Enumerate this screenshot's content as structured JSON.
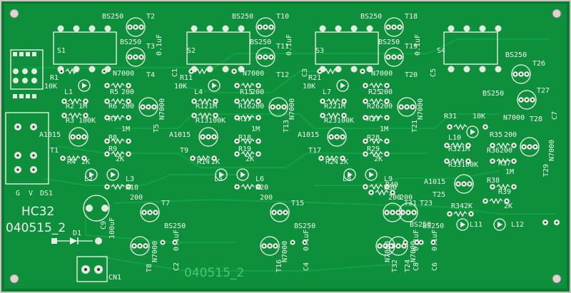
{
  "colors": {
    "board": "#0d8f3b",
    "board_edge": "#0a7a31",
    "silkscreen": "#f2f6ee",
    "pad": "#e6ebe0",
    "background": "#c9c7c0"
  },
  "board_labels": {
    "name": "HC32",
    "code": "040515_2",
    "code_bottom": "040515_2",
    "connector": "CN1",
    "diode": "D1",
    "cap_c9": "C9",
    "cap_c9_value": "100uF",
    "g_label": "G",
    "v_label": "V",
    "ds1_label": "DS1"
  },
  "stages": [
    {
      "switch": "S1",
      "bs_top": "BS250",
      "t_top": "T2",
      "bs_mid": "BS250",
      "t_mid": "T3",
      "cap": "C1",
      "cap_value": "0.1uF",
      "r_main": "R1",
      "r_main_value": "10K",
      "led": "L1",
      "n_top": "N7000",
      "t_n": "T4",
      "r_a": "R5",
      "r_a_value": "200",
      "r_b": "R2",
      "r_b_value": "1M",
      "r_c": "R6",
      "r_c_value": "200",
      "r_d": "R3",
      "r_d_value": "100K",
      "r_e": "R7",
      "r_e_value": "1M",
      "n_side": "N7000",
      "t_side": "T5",
      "a_part": "A1015",
      "t_a": "T1",
      "r_f": "R8",
      "r_g": "R9",
      "r_g_value": "2K",
      "r_h": "R4",
      "r_h_value": "2K",
      "led_2": "L2",
      "led_3": "L3",
      "r_i": "R10",
      "r_i_value": "200",
      "t_low": "T7",
      "bs_low": "BS250",
      "t_low_n": "T8",
      "n_low": "N7000",
      "cap_low": "C2",
      "cap_low_value": "0.1uF"
    },
    {
      "switch": "S2",
      "bs_top": "BS250",
      "t_top": "T10",
      "bs_mid": "BS250",
      "t_mid": "T11",
      "cap": "C3",
      "cap_value": "0.1uF",
      "r_main": "R11",
      "r_main_value": "10K",
      "led": "L4",
      "n_top": "N7000",
      "t_n": "T12",
      "r_a": "R15",
      "r_a_value": "200",
      "r_b": "R12",
      "r_b_value": "1M",
      "r_c": "R16",
      "r_c_value": "200",
      "r_d": "R13",
      "r_d_value": "100K",
      "r_e": "R17",
      "r_e_value": "1M",
      "n_side": "N7000",
      "t_side": "T13",
      "a_part": "A1015",
      "t_a": "T9",
      "r_f": "R18",
      "r_g": "R19",
      "r_g_value": "2K",
      "r_h": "R14",
      "r_h_value": "2K",
      "led_2": "L5",
      "led_3": "L6",
      "r_i": "R20",
      "r_i_value": "200",
      "t_low": "T15",
      "bs_low": "BS250",
      "t_low_n": "T16",
      "n_low": "N7000",
      "cap_low": "C4",
      "cap_low_value": "0.1uF"
    },
    {
      "switch": "S3",
      "bs_top": "BS250",
      "t_top": "T18",
      "bs_mid": "BS250",
      "t_mid": "T19",
      "cap": "C5",
      "cap_value": "0.1uF",
      "r_main": "R21",
      "r_main_value": "10K",
      "led": "L7",
      "n_top": "N7000",
      "t_n": "T20",
      "r_a": "R25",
      "r_a_value": "200",
      "r_b": "R22",
      "r_b_value": "1M",
      "r_c": "R26",
      "r_c_value": "200",
      "r_d": "R23",
      "r_d_value": "100K",
      "r_e": "R27",
      "r_e_value": "1M",
      "n_side": "N7000",
      "t_side": "T21",
      "a_part": "A1015",
      "t_a": "T17",
      "r_f": "R28",
      "r_g": "R29",
      "r_g_value": "2K",
      "r_h": "R24",
      "r_h_value": "2K",
      "led_2": "L8",
      "led_3": "L9",
      "r_i": "R30",
      "r_i_value": "200",
      "t_low": "T23",
      "bs_low": "BS250",
      "t_low_n": "T24",
      "n_low": "N7000",
      "cap_low": "C6",
      "cap_low_value": "0.1uF"
    }
  ],
  "stage4": {
    "switch": "S4",
    "bs_a": "BS250",
    "t_a": "T26",
    "bs_b": "BS250",
    "t_b": "T27",
    "cap": "C7",
    "r_main": "R31",
    "r_main_value": "10K",
    "led": "L10",
    "n_top": "N7000",
    "t_n": "T28",
    "r_a": "R35",
    "r_a_value": "200",
    "r_b": "R32",
    "r_b_value": "1M",
    "r_c": "R36",
    "r_c_value": "200",
    "r_d": "R33",
    "r_d_value": "100K",
    "r_e": "R37",
    "r_e_value": "1M",
    "n_side": "N7000",
    "t_side": "T29",
    "a_part": "A1015",
    "t_25": "T25",
    "r_f": "R38",
    "r_g": "R39",
    "r_g_value": "2K",
    "r_h": "R34",
    "r_h_value": "2K",
    "led_2": "L11",
    "led_3": "L12",
    "r_i": "R40",
    "r_i_value": "200",
    "t_low": "T31",
    "bs_low": "BS250",
    "t_low_n": "T32",
    "n_low": "N7000",
    "cap_low": "C8",
    "cap_low_value": "0.1uF"
  }
}
